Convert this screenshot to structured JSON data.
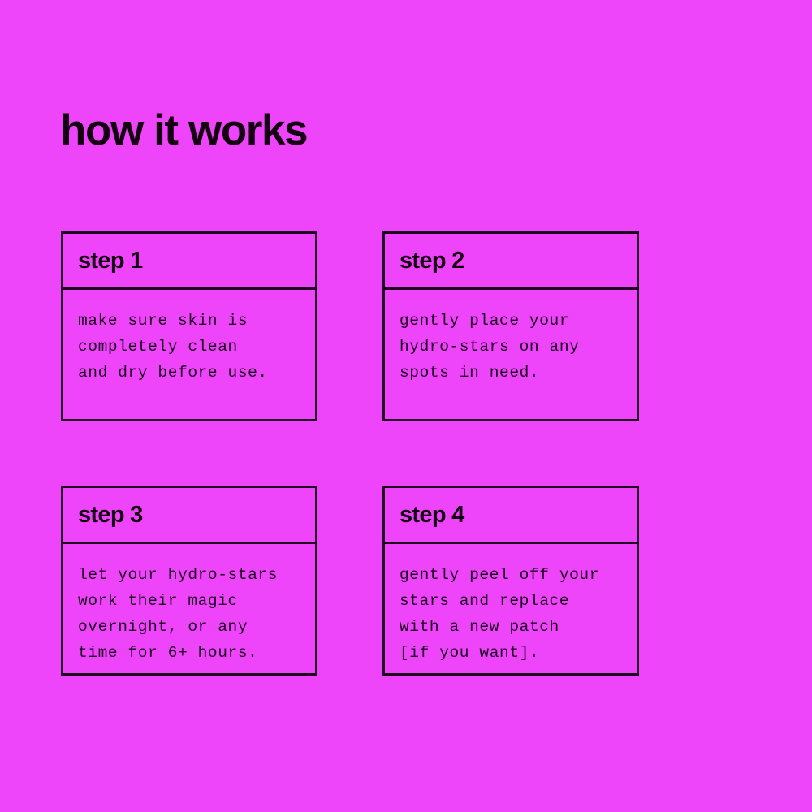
{
  "page": {
    "title": "how it works",
    "background_color": "#ee44fa",
    "ink_color": "#140010",
    "border_color": "#200320"
  },
  "steps": [
    {
      "header": "step 1",
      "body": "make sure skin is\ncompletely clean\nand dry before use."
    },
    {
      "header": "step 2",
      "body": "gently place your\nhydro-stars on any\nspots in need."
    },
    {
      "header": "step 3",
      "body": "let your hydro-stars\nwork their magic\novernight, or any\ntime for 6+ hours."
    },
    {
      "header": "step 4",
      "body": "gently peel off your\nstars and replace\nwith a new patch\n[if you want]."
    }
  ]
}
